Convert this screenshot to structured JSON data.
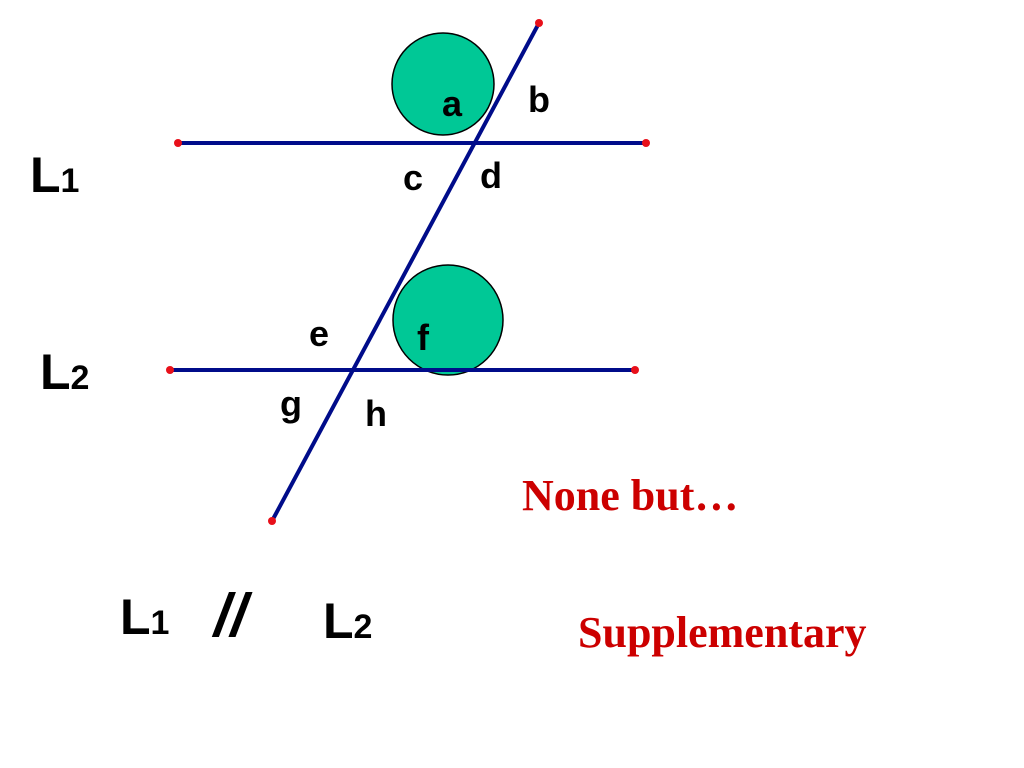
{
  "colors": {
    "line": "#000c8a",
    "endpoint": "#e8101a",
    "highlight_fill": "#00c896",
    "text": "#000000",
    "accent_text": "#cc0000"
  },
  "lines": {
    "l1": {
      "letter": "L",
      "sub": "1"
    },
    "l2": {
      "letter": "L",
      "sub": "2"
    }
  },
  "angles": {
    "a": "a",
    "b": "b",
    "c": "c",
    "d": "d",
    "e": "e",
    "f": "f",
    "g": "g",
    "h": "h"
  },
  "highlighted_angles": [
    "a",
    "f"
  ],
  "statement": {
    "left": {
      "letter": "L",
      "sub": "1"
    },
    "symbol": "//",
    "right": {
      "letter": "L",
      "sub": "2"
    }
  },
  "annotations": {
    "none_but": "None  but…",
    "answer": "Supplementary"
  }
}
